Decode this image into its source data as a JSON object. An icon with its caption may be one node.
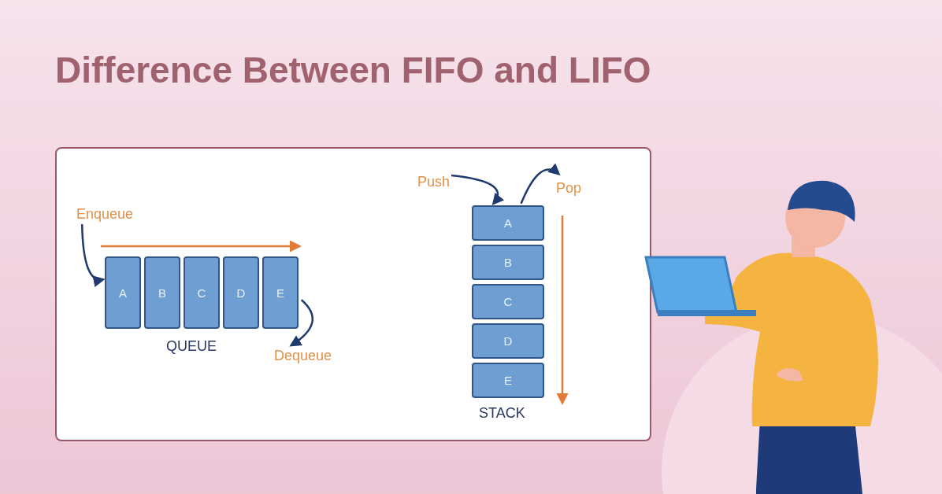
{
  "diagram": {
    "title": "Difference Between FIFO and LIFO",
    "nodes": [
      {
        "text": [],
        "shape": "box"
      },
      {
        "text": [
          "Enqueue"
        ],
        "in": 0
      },
      {
        "text": [
          "A"
        ],
        "in": 0
      },
      {
        "text": [
          "B"
        ],
        "in": 0
      },
      {
        "text": [
          "C"
        ],
        "in": 0
      },
      {
        "text": [
          "D"
        ],
        "in": 0
      },
      {
        "text": [
          "E"
        ],
        "in": 0
      },
      {
        "text": [
          "Dequeue"
        ],
        "in": 0
      },
      {
        "text": [
          "Push"
        ],
        "in": 0
      },
      {
        "text": [
          "Pop"
        ],
        "in": 0
      },
      {
        "text": [
          "A"
        ],
        "in": 0
      },
      {
        "text": [
          "B"
        ],
        "in": 0
      },
      {
        "text": [
          "C"
        ],
        "in": 0
      },
      {
        "text": [
          "D"
        ],
        "in": 0
      },
      {
        "text": [
          "E"
        ],
        "in": 0
      },
      {
        "text": [],
        "shape": "person"
      }
    ],
    "edges": [
      {
        "from": 1,
        "to": 2,
        "arrow": "to"
      },
      {
        "from": 6,
        "to": 7,
        "arrow": "to"
      },
      {
        "from": 8,
        "to": 10,
        "arrow": "to"
      },
      {
        "from": 10,
        "to": 9,
        "arrow": "to"
      }
    ],
    "labels": [
      "QUEUE",
      "STACK"
    ]
  }
}
